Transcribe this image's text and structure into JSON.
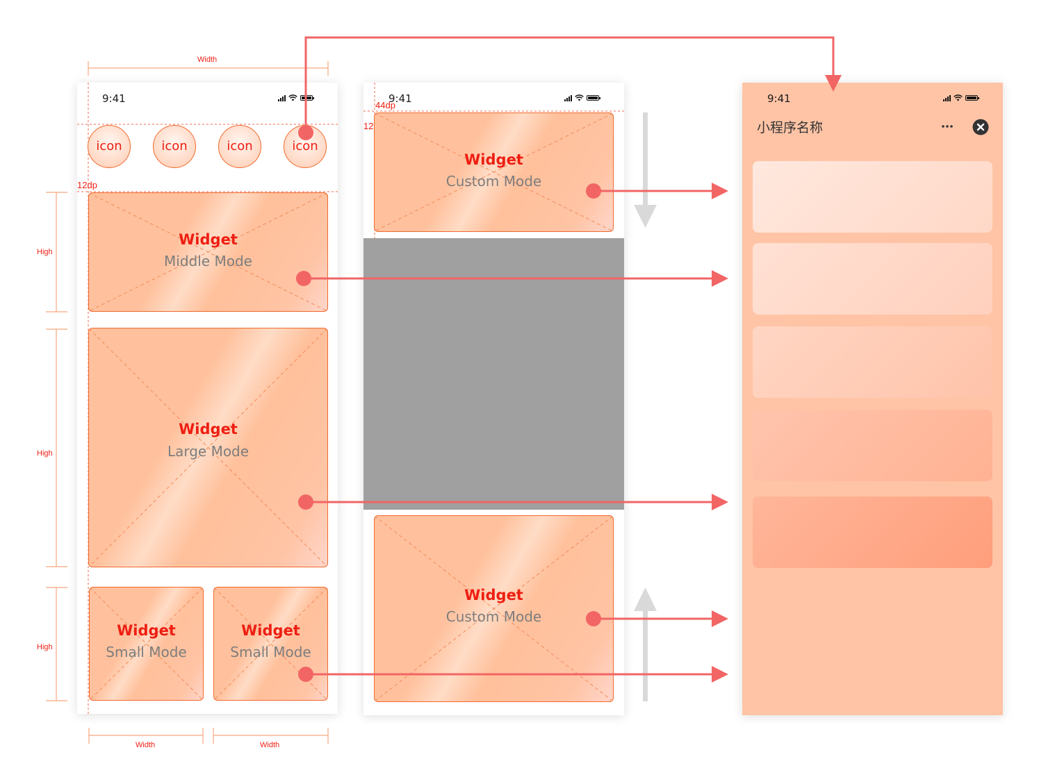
{
  "status_time": "9:41",
  "colors": {
    "accent": "#f26565",
    "label_red": "#ee1e12",
    "widget_border": "#f0692c",
    "miniapp_bg": "#ffc4a5",
    "mask_gray": "#a0a0a0"
  },
  "dimensions": {
    "width": "Width",
    "high": "High",
    "dp12": "12dp",
    "dp44": "44dp"
  },
  "icon_label": "icon",
  "widgets": {
    "middle": {
      "title": "Widget",
      "mode": "Middle Mode"
    },
    "large": {
      "title": "Widget",
      "mode": "Large Mode"
    },
    "small_left": {
      "title": "Widget",
      "mode": "Small Mode"
    },
    "small_right": {
      "title": "Widget",
      "mode": "Small Mode"
    },
    "custom_top": {
      "title": "Widget",
      "mode": "Custom Mode"
    },
    "custom_bottom": {
      "title": "Widget",
      "mode": "Custom Mode"
    }
  },
  "miniapp": {
    "title": "小程序名称",
    "more_icon": "more-dots-icon",
    "close_icon": "close-circle-icon"
  },
  "icons": {
    "signal": "signal-icon",
    "wifi": "wifi-icon",
    "battery": "battery-icon",
    "arrow": "arrow-right-icon"
  }
}
